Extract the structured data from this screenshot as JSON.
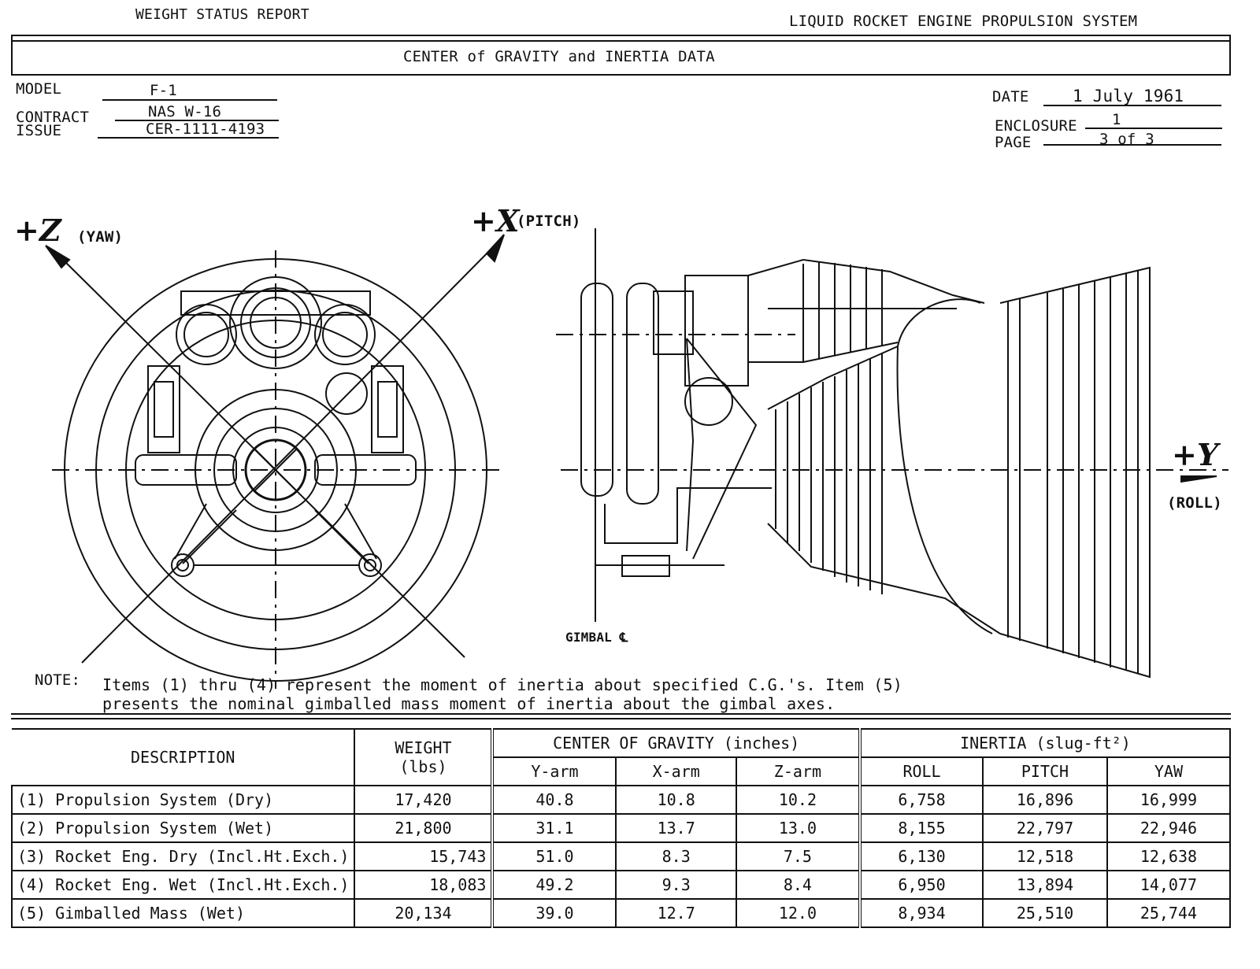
{
  "header": {
    "left_title": "WEIGHT STATUS REPORT",
    "right_title": "LIQUID ROCKET ENGINE PROPULSION SYSTEM",
    "section_title": "CENTER of GRAVITY and INERTIA DATA"
  },
  "info": {
    "model_label": "MODEL",
    "model_value": "F-1",
    "contract_label": "CONTRACT",
    "contract_value": "NAS W-16",
    "issue_label": "ISSUE",
    "issue_value": "CER-1111-4193",
    "date_label": "DATE",
    "date_value": "1 July 1961",
    "enclosure_label": "ENCLOSURE",
    "enclosure_value": "1",
    "page_label": "PAGE",
    "page_value": "3 of 3"
  },
  "diagram": {
    "z_axis": "+Z",
    "z_name": "(YAW)",
    "x_axis": "+X",
    "x_name": "(PITCH)",
    "y_axis": "+Y",
    "y_name": "(ROLL)",
    "gimbal_label": "GIMBAL ℄"
  },
  "note": {
    "label": "NOTE:",
    "line1": "Items (1) thru (4) represent the moment of inertia about specified C.G.'s.  Item (5)",
    "line2": "presents the nominal  gimballed mass moment of inertia about the gimbal axes."
  },
  "table": {
    "headers": {
      "description": "DESCRIPTION",
      "weight": "WEIGHT",
      "weight_unit": "(lbs)",
      "cg_group": "CENTER OF GRAVITY (inches)",
      "inertia_group": "INERTIA  (slug-ft²)",
      "y_arm": "Y-arm",
      "x_arm": "X-arm",
      "z_arm": "Z-arm",
      "roll": "ROLL",
      "pitch": "PITCH",
      "yaw": "YAW"
    },
    "rows": [
      {
        "desc": "(1) Propulsion System (Dry)",
        "weight": "17,420",
        "y": "40.8",
        "x": "10.8",
        "z": "10.2",
        "roll": "6,758",
        "pitch": "16,896",
        "yaw": "16,999"
      },
      {
        "desc": "(2) Propulsion System (Wet)",
        "weight": "21,800",
        "y": "31.1",
        "x": "13.7",
        "z": "13.0",
        "roll": "8,155",
        "pitch": "22,797",
        "yaw": "22,946"
      },
      {
        "desc": "(3) Rocket Eng. Dry (Incl.Ht.Exch.)",
        "weight": "15,743",
        "y": "51.0",
        "x": "8.3",
        "z": "7.5",
        "roll": "6,130",
        "pitch": "12,518",
        "yaw": "12,638"
      },
      {
        "desc": "(4) Rocket Eng. Wet (Incl.Ht.Exch.)",
        "weight": "18,083",
        "y": "49.2",
        "x": "9.3",
        "z": "8.4",
        "roll": "6,950",
        "pitch": "13,894",
        "yaw": "14,077"
      },
      {
        "desc": "(5) Gimballed Mass (Wet)",
        "weight": "20,134",
        "y": "39.0",
        "x": "12.7",
        "z": "12.0",
        "roll": "8,934",
        "pitch": "25,510",
        "yaw": "25,744"
      }
    ]
  }
}
